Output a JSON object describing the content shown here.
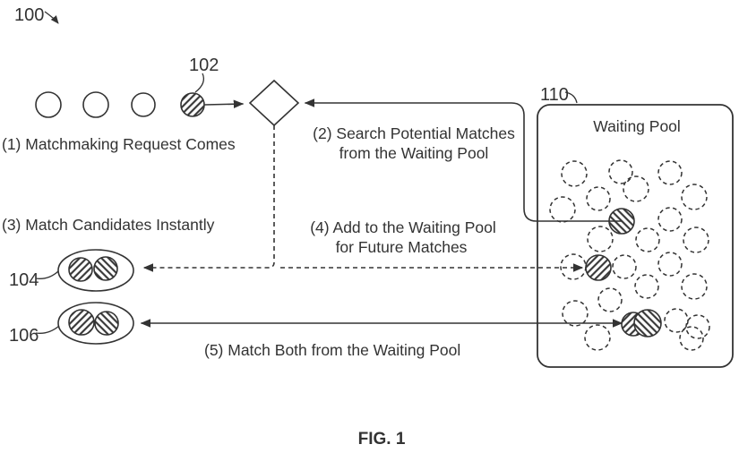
{
  "figure": {
    "reference": "100",
    "caption": "FIG. 1"
  },
  "labels": {
    "request": "102",
    "instant_match": "104",
    "both_match": "106",
    "pool": "110"
  },
  "pool": {
    "title": "Waiting Pool"
  },
  "steps": {
    "s1": "(1) Matchmaking Request Comes",
    "s2_line1": "(2) Search Potential Matches",
    "s2_line2": "from the Waiting Pool",
    "s3": "(3) Match Candidates Instantly",
    "s4_line1": "(4) Add to the Waiting Pool",
    "s4_line2": "for Future Matches",
    "s5": "(5) Match Both from the Waiting Pool"
  },
  "colors": {
    "ink": "#333333",
    "paper": "#ffffff"
  }
}
